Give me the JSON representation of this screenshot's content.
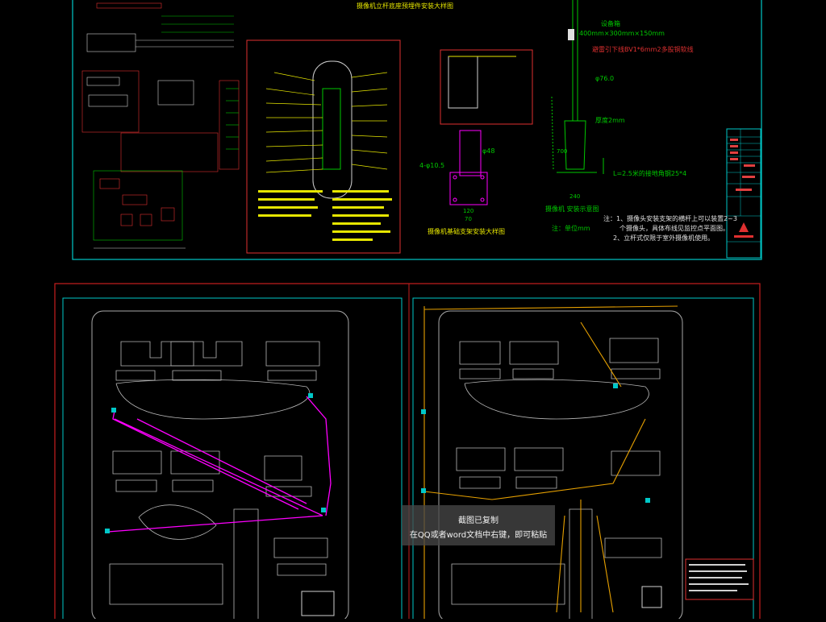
{
  "colors": {
    "background": "#000000",
    "frame": "#00c8c8",
    "border_red": "#c81e1e",
    "cad_yellow": "#e6e600",
    "cad_green": "#00c800",
    "cad_magenta": "#ff00ff",
    "cad_white": "#d0d0d0",
    "cad_cyan": "#00e0e0"
  },
  "sheet_top": {
    "title_mid": "摄像机立杆底座预埋件安装大样图",
    "title_base": "摄像机基础支架安装大样图",
    "label_equipment_box": "设备箱",
    "label_box_size": "400mm×300mm×150mm",
    "label_wire": "避雷引下线BV1*6mm2多股铜软线",
    "label_diameter": "φ76.0",
    "label_thickness": "厚度2mm",
    "label_ground": "L=2.5米的接地角钢25*4",
    "label_camera_install": "摄像机 安装示意图",
    "label_unit": "注：单位mm",
    "label_bolt": "4-φ10.5",
    "label_phi48": "φ48",
    "dim_240": "240",
    "dim_700": "700",
    "dim_70": "70",
    "dim_120": "120",
    "note_1": "注：1、摄像头安装支架的横杆上可以装置2~3",
    "note_1b": "个摄像头，具体布线见监控点平面图。",
    "note_2": "2、立杆式仅限于室外摄像机使用。"
  },
  "toast": {
    "line1": "截图已复制",
    "line2": "在QQ或者word文档中右键，即可粘贴"
  }
}
